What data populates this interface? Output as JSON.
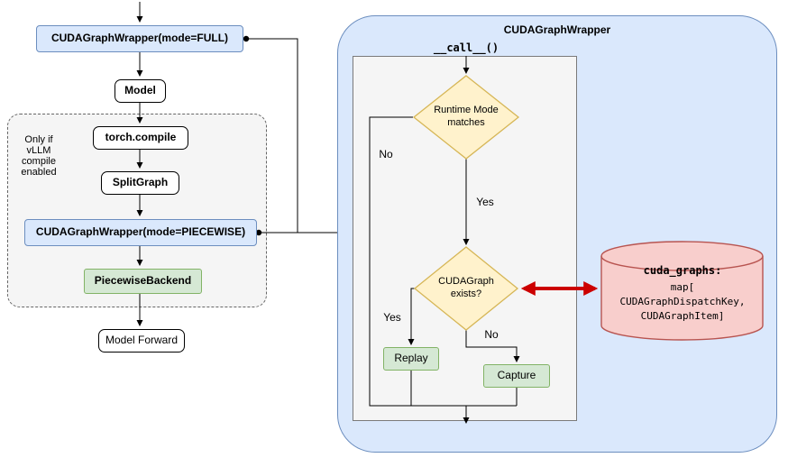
{
  "left_flow": {
    "wrapper_full": "CUDAGraphWrapper(mode=FULL)",
    "model": "Model",
    "note": "Only if\nvLLM\ncompile\nenabled",
    "torch_compile": "torch.compile",
    "split_graph": "SplitGraph",
    "wrapper_piecewise": "CUDAGraphWrapper(mode=PIECEWISE)",
    "piecewise_backend": "PiecewiseBackend",
    "model_forward": "Model Forward"
  },
  "right_panel": {
    "title": "CUDAGraphWrapper",
    "call_label": "__call__()",
    "decisions": {
      "runtime_mode": "Runtime Mode\nmatches",
      "graph_exists": "CUDAGraph\nexists?"
    },
    "labels": {
      "no1": "No",
      "yes1": "Yes",
      "yes2": "Yes",
      "no2": "No"
    },
    "replay": "Replay",
    "capture": "Capture",
    "datastore": {
      "title": "cuda_graphs:",
      "line2": "map[",
      "line3": "CUDAGraphDispatchKey,",
      "line4": "CUDAGraphItem]"
    }
  },
  "colors": {
    "node_blue_fill": "#dae8fc",
    "node_blue_border": "#6c8ebf",
    "node_green_fill": "#d5e8d4",
    "node_green_border": "#82b366",
    "diamond_fill": "#fff2cc",
    "diamond_border": "#d6b656",
    "datastore_fill": "#f8cecc",
    "datastore_border": "#b85450",
    "red_arrow": "#cc0000",
    "container_fill": "#f5f5f5"
  }
}
